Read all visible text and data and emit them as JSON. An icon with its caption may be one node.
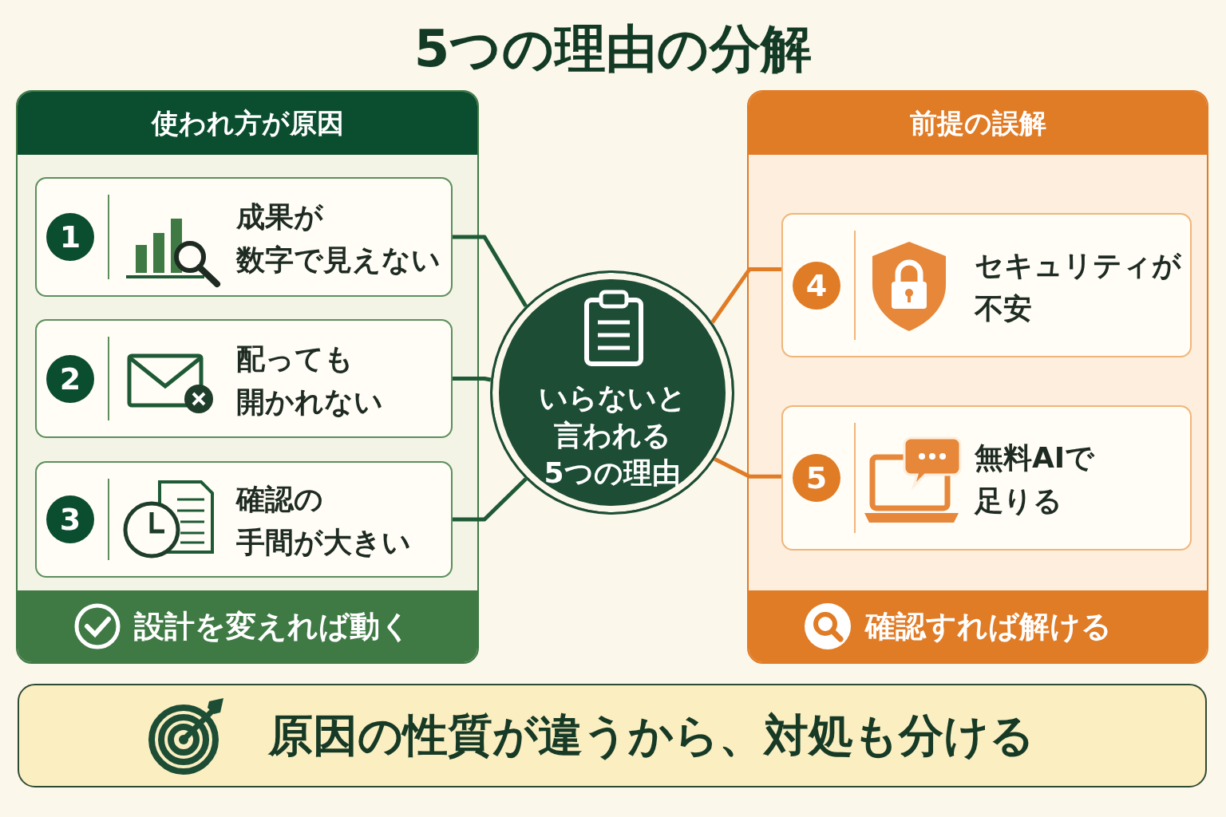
{
  "diagram": {
    "title": "5つの理由の分解",
    "nodes": [
      {
        "text": [
          "使われ方が原因",
          "設計を変えれば動く"
        ]
      },
      {
        "text": [
          "1",
          "成果が数字で見えない"
        ],
        "in": 0
      },
      {
        "text": [
          "2",
          "配っても開かれない"
        ],
        "in": 0
      },
      {
        "text": [
          "3",
          "確認の手間が大きい"
        ],
        "in": 0
      },
      {
        "text": [
          "いらないと言われる5つの理由"
        ]
      },
      {
        "text": [
          "前提の誤解",
          "確認すれば解ける"
        ]
      },
      {
        "text": [
          "4",
          "セキュリティが不安"
        ],
        "in": 5
      },
      {
        "text": [
          "5",
          "無料AIで足りる"
        ],
        "in": 5
      },
      {
        "text": [
          "原因の性質が違うから、対処も分ける"
        ]
      }
    ],
    "edges": [
      {
        "from": 1,
        "to": 4,
        "arrow": "none"
      },
      {
        "from": 2,
        "to": 4,
        "arrow": "none"
      },
      {
        "from": 3,
        "to": 4,
        "arrow": "none"
      },
      {
        "from": 6,
        "to": 4,
        "arrow": "none",
        "color": "#e07b26"
      },
      {
        "from": 7,
        "to": 4,
        "arrow": "none",
        "color": "#e07b26"
      }
    ]
  }
}
